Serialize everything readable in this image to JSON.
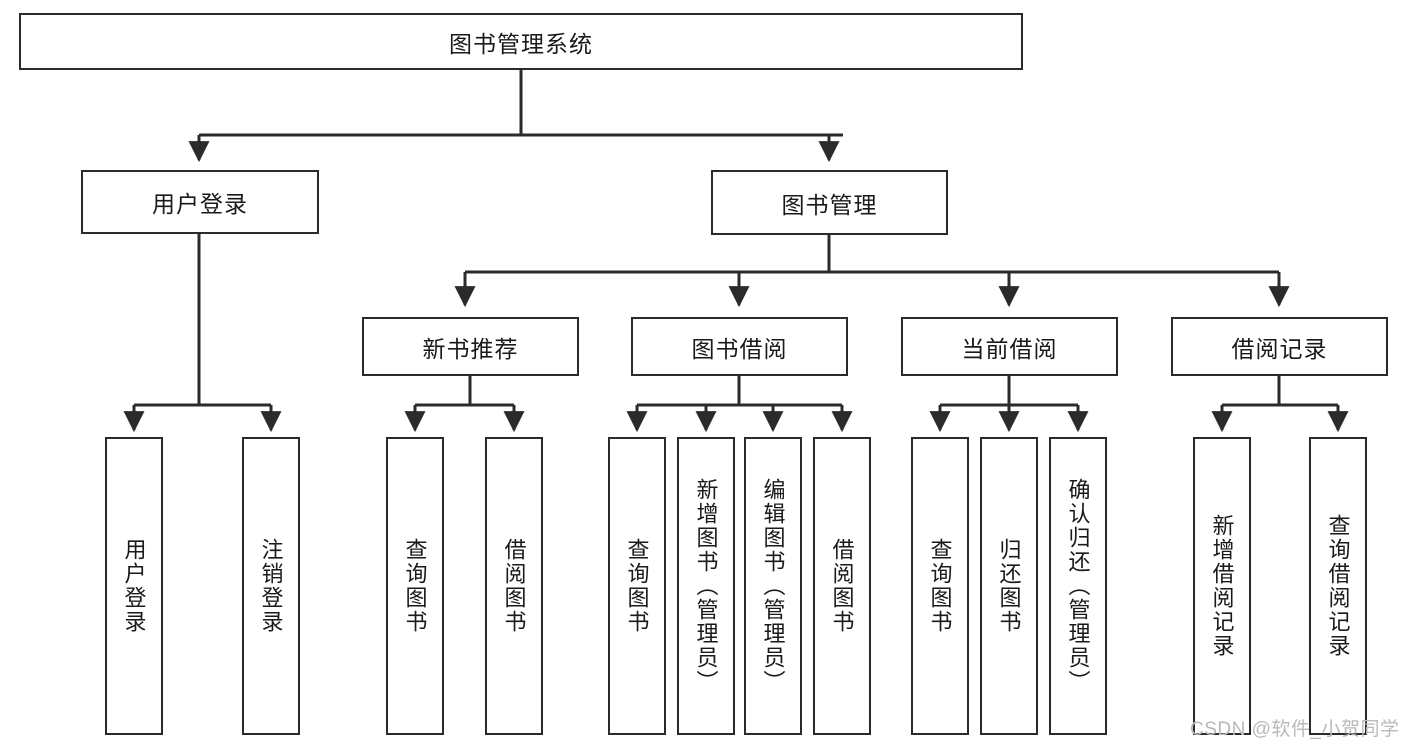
{
  "diagram": {
    "title_node": {
      "label": "图书管理系统"
    },
    "level2": [
      {
        "label": "用户登录"
      },
      {
        "label": "图书管理"
      }
    ],
    "level3": [
      {
        "label": "新书推荐"
      },
      {
        "label": "图书借阅"
      },
      {
        "label": "当前借阅"
      },
      {
        "label": "借阅记录"
      }
    ],
    "leaves": [
      {
        "label": "用户登录"
      },
      {
        "label": "注销登录"
      },
      {
        "label": "查询图书"
      },
      {
        "label": "借阅图书"
      },
      {
        "label": "查询图书"
      },
      {
        "label": "新增图书（管理员）"
      },
      {
        "label": "编辑图书（管理员）"
      },
      {
        "label": "借阅图书"
      },
      {
        "label": "查询图书"
      },
      {
        "label": "归还图书"
      },
      {
        "label": "确认归还（管理员）"
      },
      {
        "label": "新增借阅记录"
      },
      {
        "label": "查询借阅记录"
      }
    ]
  },
  "watermark": {
    "text": "CSDN @软件_小贺同学"
  },
  "colors": {
    "stroke": "#2b2b2b",
    "fill": "#ffffff",
    "text": "#1a1a1a",
    "watermark": "#b9b9b9"
  }
}
